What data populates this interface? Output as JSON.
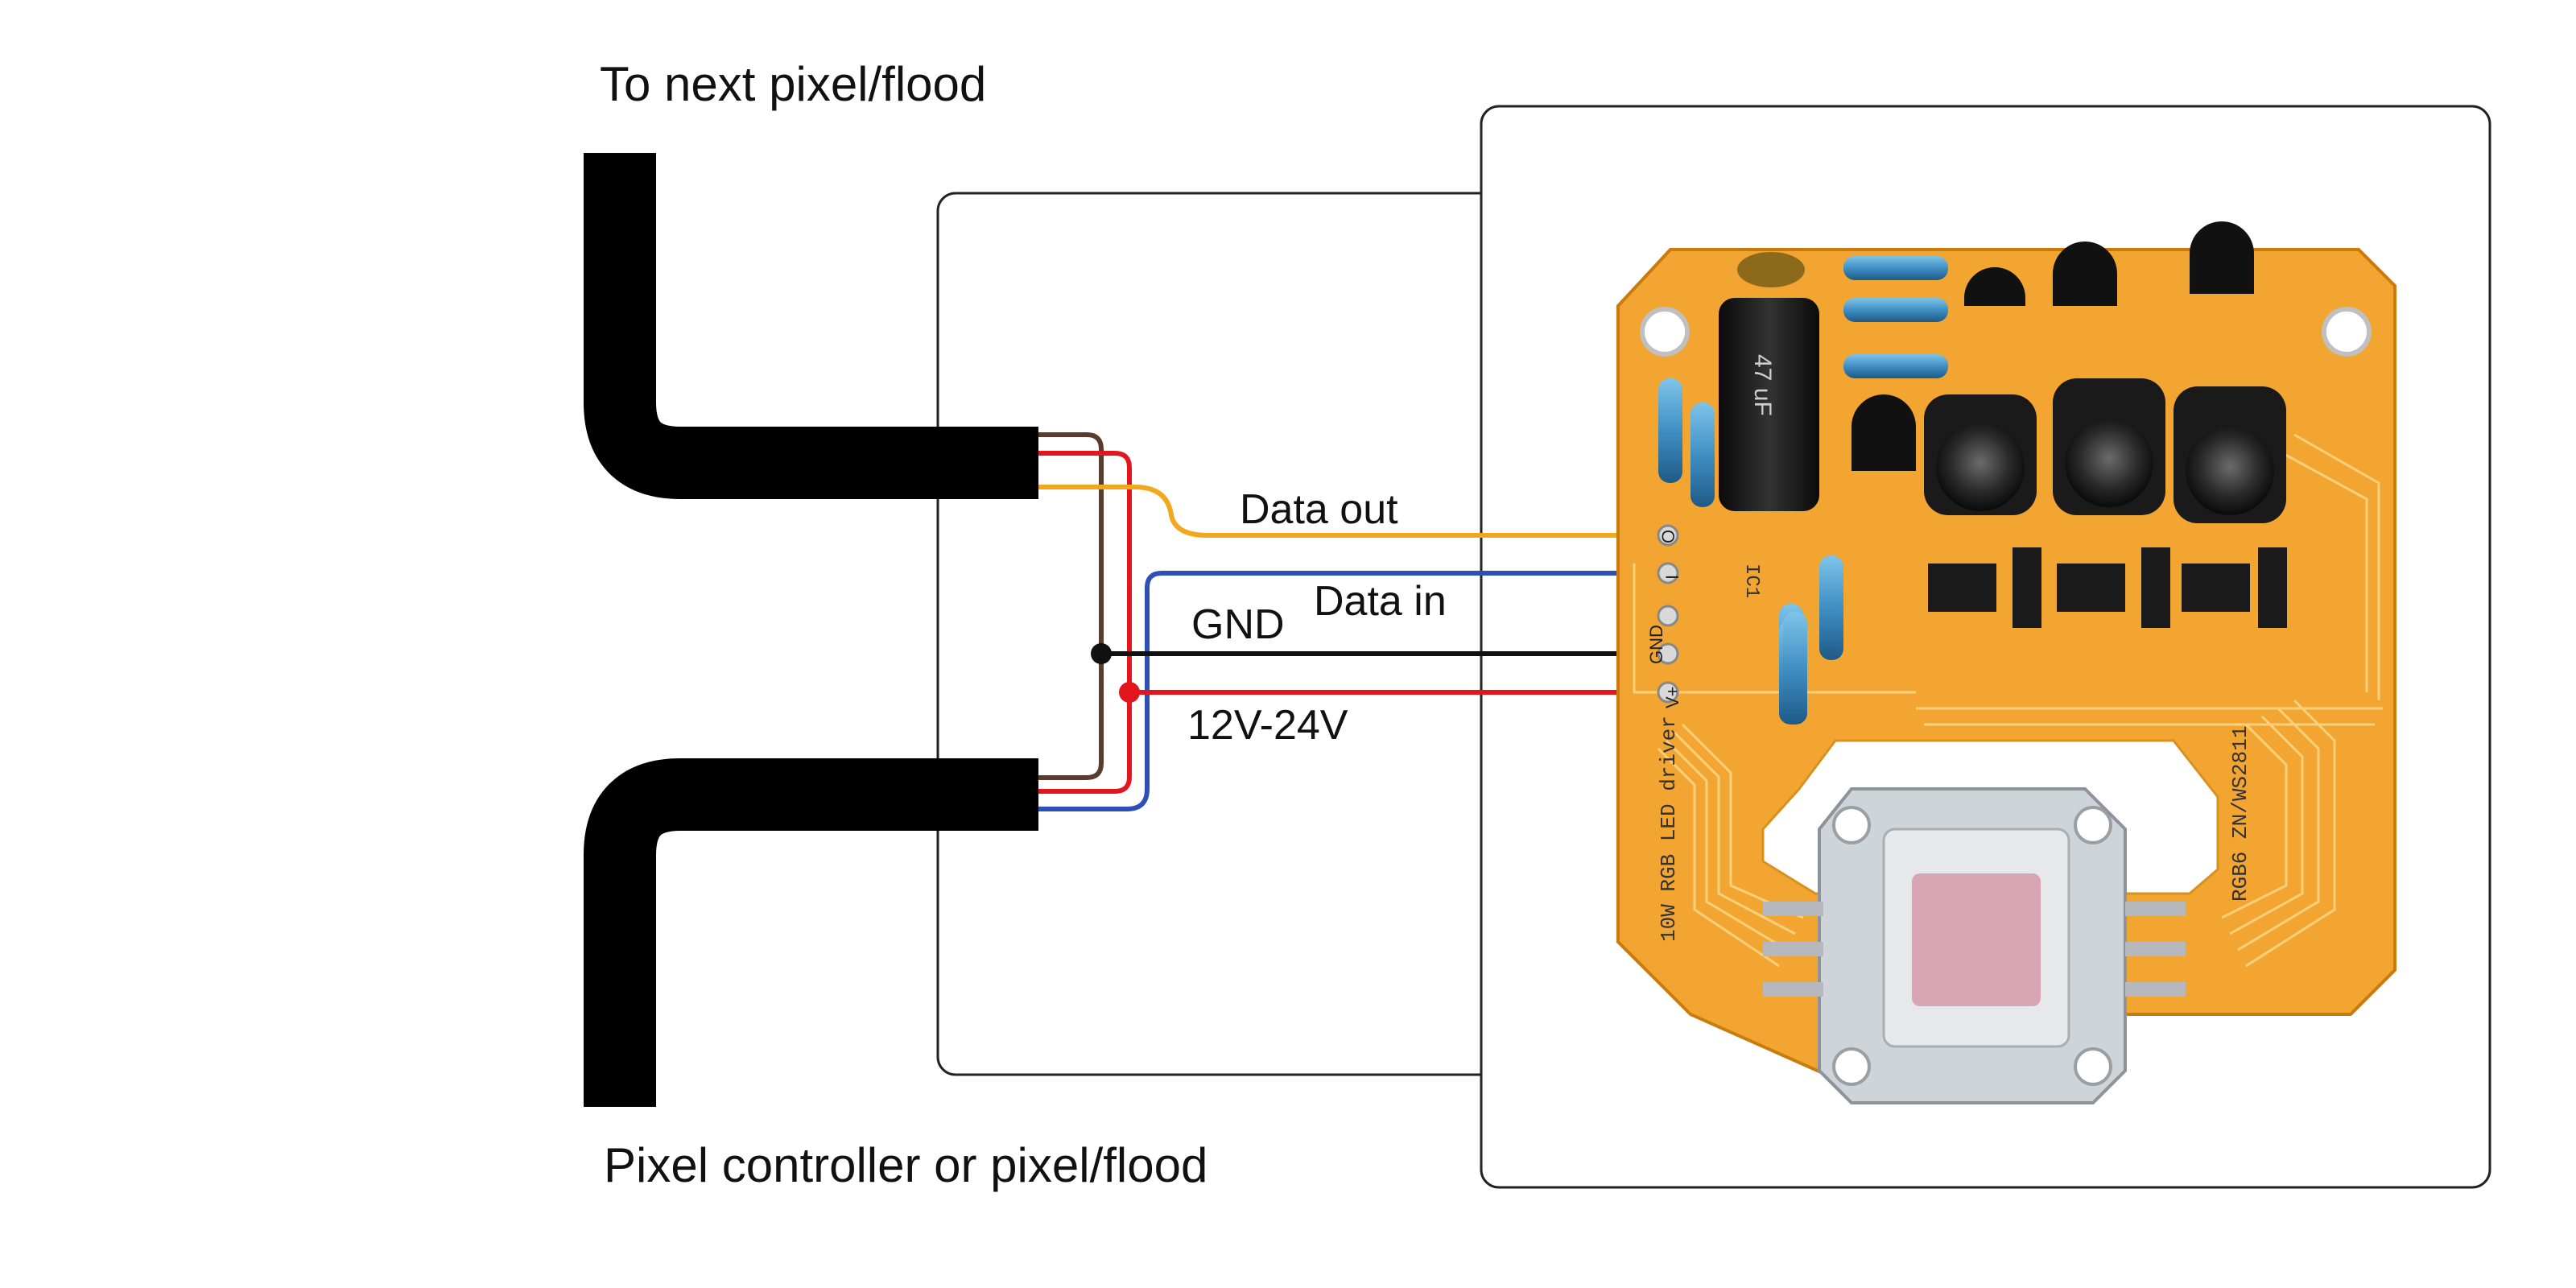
{
  "labels": {
    "top_cable": "To next pixel/flood",
    "bottom_cable": "Pixel controller or pixel/flood"
  },
  "wires": [
    {
      "name": "Data out",
      "color": "#f2a81d"
    },
    {
      "name": "Data in",
      "color": "#2f4fb8"
    },
    {
      "name": "GND",
      "color": "#111111"
    },
    {
      "name": "12V-24V",
      "color": "#e3161e"
    }
  ],
  "board": {
    "pad_labels": [
      "O",
      "I",
      "GND",
      "V+"
    ],
    "silkscreen": {
      "left": "10W RGB LED driver",
      "right": "RGB6 ZN/WS2811",
      "chip": "IC1",
      "cap": "47 uF"
    },
    "pcb_color": "#f2a531"
  }
}
